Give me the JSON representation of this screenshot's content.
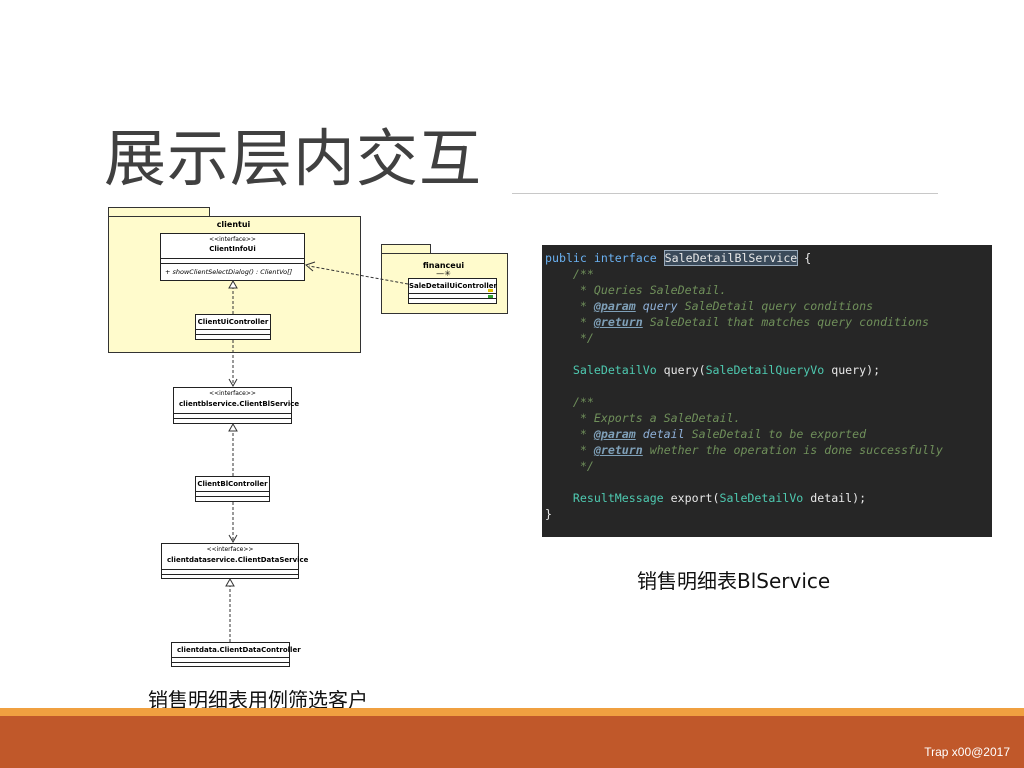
{
  "slide": {
    "title": "展示层内交互",
    "caption_right": "销售明细表BlService",
    "caption_left": "销售明细表用例筛选客户",
    "footer": "Trap x00@2017"
  },
  "colors": {
    "package_fill": "#fffbcc",
    "footer_main": "#c0582a",
    "footer_stripe": "#f0a040",
    "code_bg": "#262626"
  },
  "uml": {
    "pkg_clientui": "clientui",
    "pkg_financeui": "financeui",
    "financeui_mark": "—✳",
    "clientinfoui_stereo": "<<interface>>",
    "clientinfoui_name": "ClientInfoUi",
    "clientinfoui_op": "+ showClientSelectDialog() : ClientVo[]",
    "clientuicontroller": "ClientUiController",
    "saledetailuicontroller": "SaleDetailUiController",
    "clientblservice_stereo": "<<interface>>",
    "clientblservice_name": "clientblservice.ClientBlService",
    "clientblcontroller": "ClientBlController",
    "clientdataservice_stereo": "<<interface>>",
    "clientdataservice_name": "clientdataservice.ClientDataService",
    "clientdatacontroller": "clientdata.ClientDataController"
  },
  "code": {
    "l1_kw": "public interface ",
    "l1_name": "SaleDetailBlService",
    "l1_end": " {",
    "l2": "    /**",
    "l3": "     * Queries SaleDetail.",
    "l4_pre": "     * ",
    "l4_tag": "@param",
    "l4_param": " query",
    "l4_rest": " SaleDetail query conditions",
    "l5_pre": "     * ",
    "l5_tag": "@return",
    "l5_rest": " SaleDetail that matches query conditions",
    "l6": "     */",
    "l7_pre": "    ",
    "l7_type": "SaleDetailVo",
    "l7_mid": " query(",
    "l7_type2": "SaleDetailQueryVo",
    "l7_end": " query);",
    "l8": "    /**",
    "l9": "     * Exports a SaleDetail.",
    "l10_pre": "     * ",
    "l10_tag": "@param",
    "l10_param": " detail",
    "l10_rest": " SaleDetail to be exported",
    "l11_pre": "     * ",
    "l11_tag": "@return",
    "l11_rest": " whether the operation is done successfully",
    "l12": "     */",
    "l13_pre": "    ",
    "l13_type": "ResultMessage",
    "l13_mid": " export(",
    "l13_type2": "SaleDetailVo",
    "l13_end": " detail);",
    "l14": "}"
  }
}
